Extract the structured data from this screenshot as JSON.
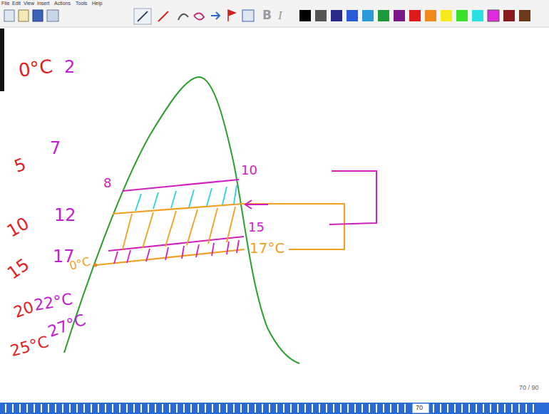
{
  "diagram": {
    "labels": [
      "File",
      "Edit",
      "View",
      "Insert",
      "Actions",
      "Tools",
      "Help",
      "B",
      "I",
      "0°C",
      "2",
      "5",
      "7",
      "10",
      "12",
      "15",
      "17",
      "20",
      "22°C",
      "0°C",
      "25°C",
      "27°C",
      "8",
      "10",
      "15",
      "17°C",
      "70 / 90",
      "70"
    ]
  }
}
